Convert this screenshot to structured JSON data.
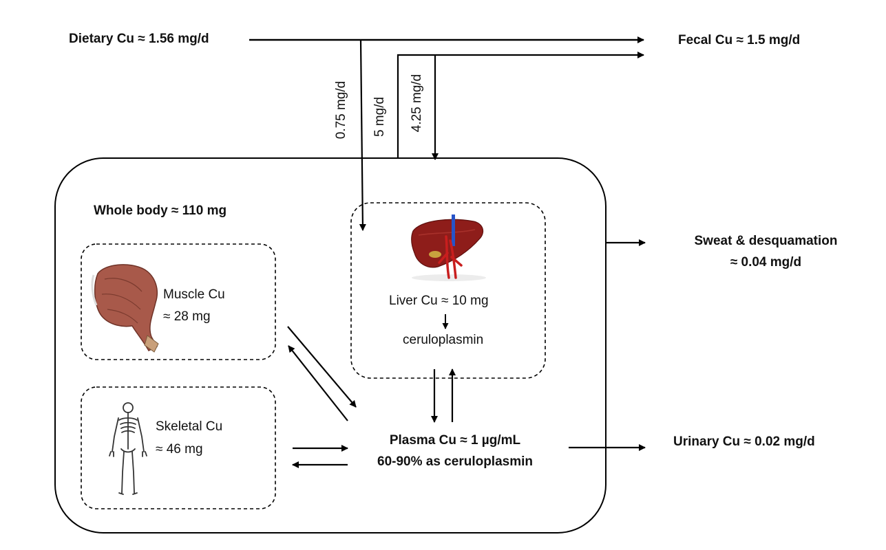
{
  "diagram": {
    "inputs": {
      "dietary": "Dietary Cu ≈ 1.56 mg/d"
    },
    "outputs": {
      "fecal": "Fecal Cu ≈ 1.5 mg/d",
      "sweat_line1": "Sweat & desquamation",
      "sweat_line2": "≈ 0.04 mg/d",
      "urinary": "Urinary Cu ≈ 0.02 mg/d"
    },
    "flows": {
      "absorbed": "0.75 mg/d",
      "secreted": "5 mg/d",
      "reabsorbed": "4.25 mg/d"
    },
    "whole_body": "Whole body ≈ 110 mg",
    "compartments": {
      "muscle_line1": "Muscle Cu",
      "muscle_line2": "≈ 28 mg",
      "skeletal_line1": "Skeletal Cu",
      "skeletal_line2": "≈ 46 mg",
      "liver": "Liver Cu ≈ 10 mg",
      "liver_product": "ceruloplasmin",
      "plasma_line1": "Plasma Cu ≈ 1 µg/mL",
      "plasma_line2": "60-90% as ceruloplasmin"
    },
    "icons": {
      "muscle": "muscle-icon",
      "skeleton": "skeleton-icon",
      "liver": "liver-icon"
    },
    "colors": {
      "line": "#000000",
      "muscle": "#a8594a",
      "liver": "#8e1d1a",
      "vessel_red": "#c81e1e",
      "vessel_blue": "#2753c8"
    }
  }
}
